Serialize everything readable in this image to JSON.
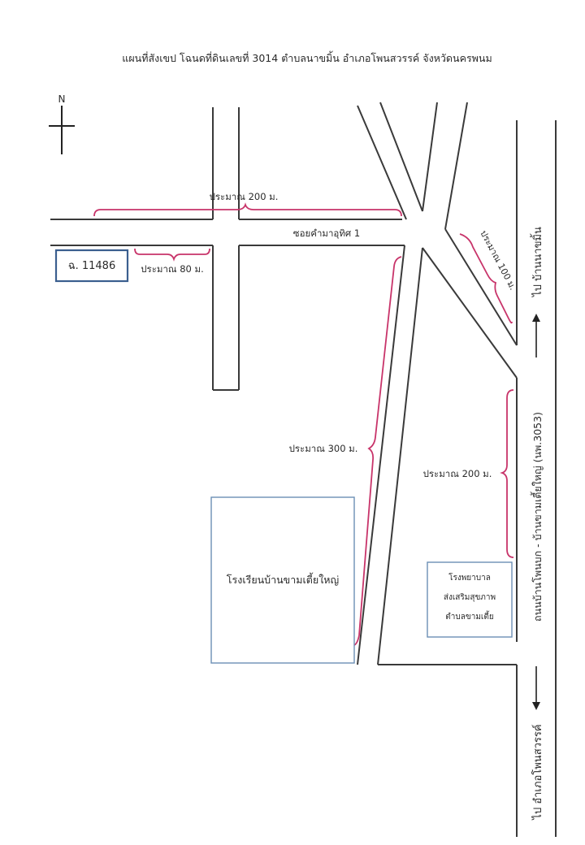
{
  "title": "แผนที่สังเขป โฉนดที่ดินเลขที่ 3014 ตำบลนาขมิ้น อำเภอโพนสวรรค์ จังหวัดนครพนม",
  "north_label": "N",
  "parcel_label": "ฉ. 11486",
  "soi_label": "ซอยคำมาอุทิศ 1",
  "distances": {
    "top": "ประมาณ 200 ม.",
    "parcel": "ประมาณ 80 ม.",
    "diagonal": "ประมาณ 100 ม.",
    "main_road": "ประมาณ 300 ม.",
    "right": "ประมาณ 200 ม."
  },
  "school_label": "โรงเรียนบ้านขามเตี้ยใหญ่",
  "hospital_lines": [
    "โรงพยาบาล",
    "ส่งเสริมสุขภาพ",
    "ตำบลขามเตี้ย"
  ],
  "highway_label": "ถนนบ้านโพนบก - บ้านขามเตี้ยใหญ่ (นพ.3053)",
  "to_north_label": "ไป บ้านนาขมิ้น",
  "to_south_label": "ไป อำเภอโพนสวรรค์"
}
